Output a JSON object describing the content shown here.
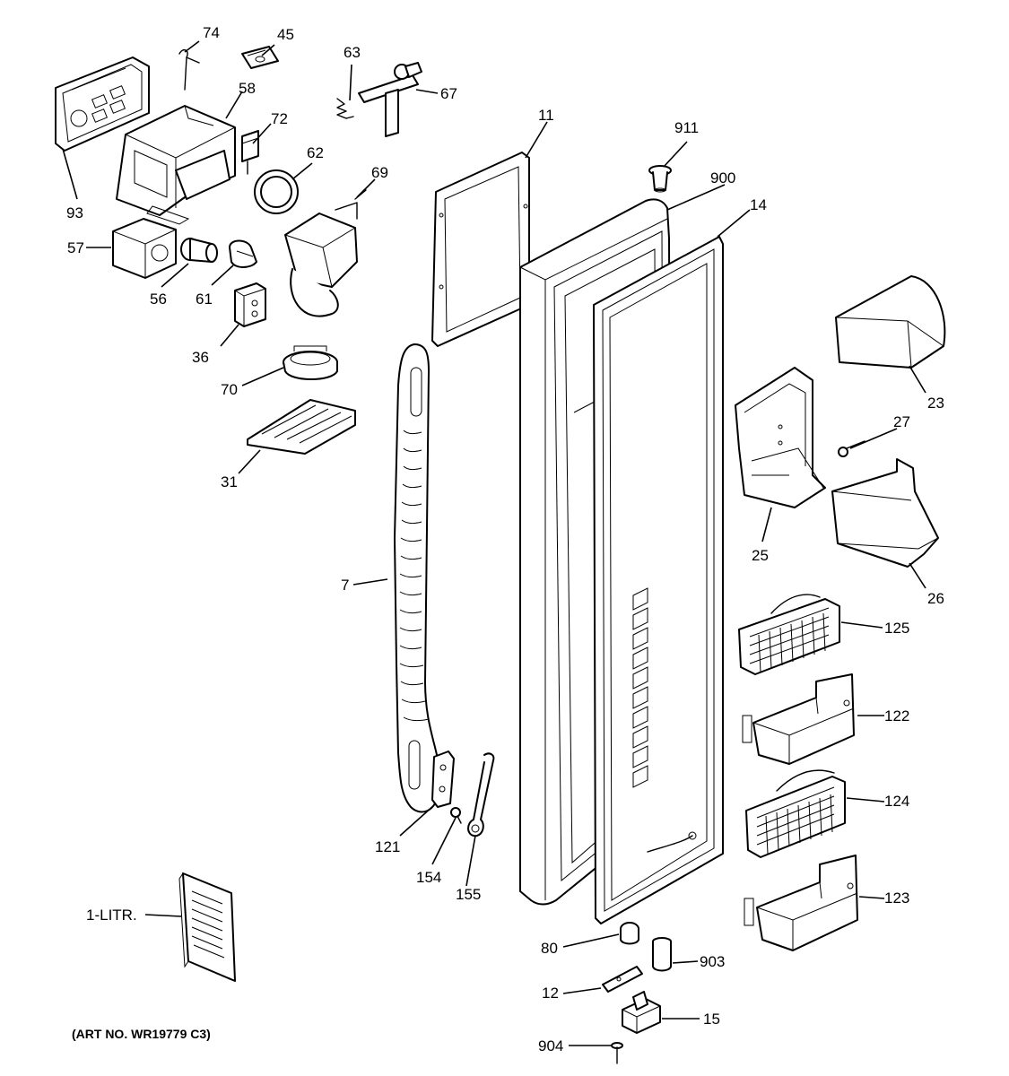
{
  "art_number": "(ART NO. WR19779 C3)",
  "callouts": [
    {
      "id": "c74",
      "label": "74"
    },
    {
      "id": "c45",
      "label": "45"
    },
    {
      "id": "c63",
      "label": "63"
    },
    {
      "id": "c67",
      "label": "67"
    },
    {
      "id": "c58",
      "label": "58"
    },
    {
      "id": "c72",
      "label": "72"
    },
    {
      "id": "c62",
      "label": "62"
    },
    {
      "id": "c69",
      "label": "69"
    },
    {
      "id": "c93",
      "label": "93"
    },
    {
      "id": "c57",
      "label": "57"
    },
    {
      "id": "c56",
      "label": "56"
    },
    {
      "id": "c61",
      "label": "61"
    },
    {
      "id": "c36",
      "label": "36"
    },
    {
      "id": "c70",
      "label": "70"
    },
    {
      "id": "c31",
      "label": "31"
    },
    {
      "id": "c7",
      "label": "7"
    },
    {
      "id": "c11",
      "label": "11"
    },
    {
      "id": "c911",
      "label": "911"
    },
    {
      "id": "c900",
      "label": "900"
    },
    {
      "id": "c14",
      "label": "14"
    },
    {
      "id": "c23",
      "label": "23"
    },
    {
      "id": "c27",
      "label": "27"
    },
    {
      "id": "c25",
      "label": "25"
    },
    {
      "id": "c26",
      "label": "26"
    },
    {
      "id": "c125",
      "label": "125"
    },
    {
      "id": "c122",
      "label": "122"
    },
    {
      "id": "c124",
      "label": "124"
    },
    {
      "id": "c123",
      "label": "123"
    },
    {
      "id": "c121",
      "label": "121"
    },
    {
      "id": "c154",
      "label": "154"
    },
    {
      "id": "c155",
      "label": "155"
    },
    {
      "id": "c1l",
      "label": "1-LITR."
    },
    {
      "id": "c80",
      "label": "80"
    },
    {
      "id": "c903",
      "label": "903"
    },
    {
      "id": "c12",
      "label": "12"
    },
    {
      "id": "c15",
      "label": "15"
    },
    {
      "id": "c904",
      "label": "904"
    }
  ]
}
